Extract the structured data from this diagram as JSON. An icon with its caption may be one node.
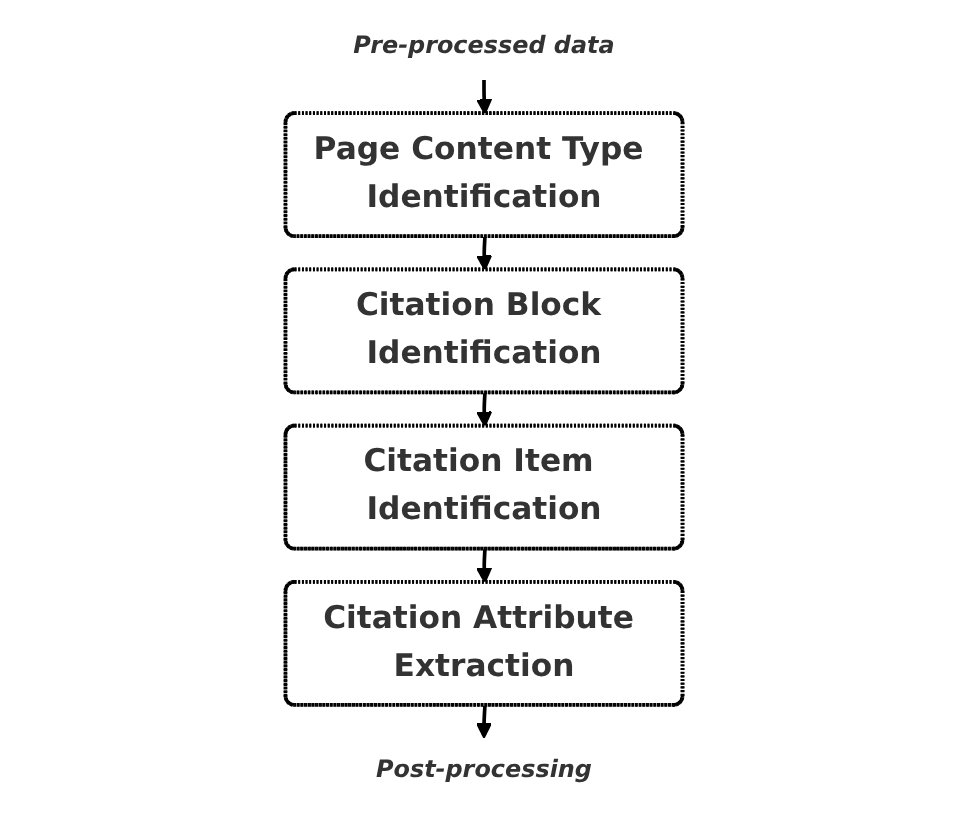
{
  "diagram": {
    "nodes": [
      {
        "text": [
          "Pre-processed data"
        ]
      },
      {
        "text": [
          "Page Content Type Identification"
        ]
      },
      {
        "text": [
          "Citation Block Identification"
        ]
      },
      {
        "text": [
          "Citation Item Identification"
        ]
      },
      {
        "text": [
          "Citation Attribute Extraction"
        ]
      },
      {
        "text": [
          "Post-processing"
        ]
      }
    ],
    "edges": [
      {
        "from": 0,
        "to": 1,
        "arrow": "to"
      },
      {
        "from": 1,
        "to": 2,
        "arrow": "to"
      },
      {
        "from": 2,
        "to": 3,
        "arrow": "to"
      },
      {
        "from": 3,
        "to": 4,
        "arrow": "to"
      },
      {
        "from": 4,
        "to": 5,
        "arrow": "to"
      }
    ]
  }
}
